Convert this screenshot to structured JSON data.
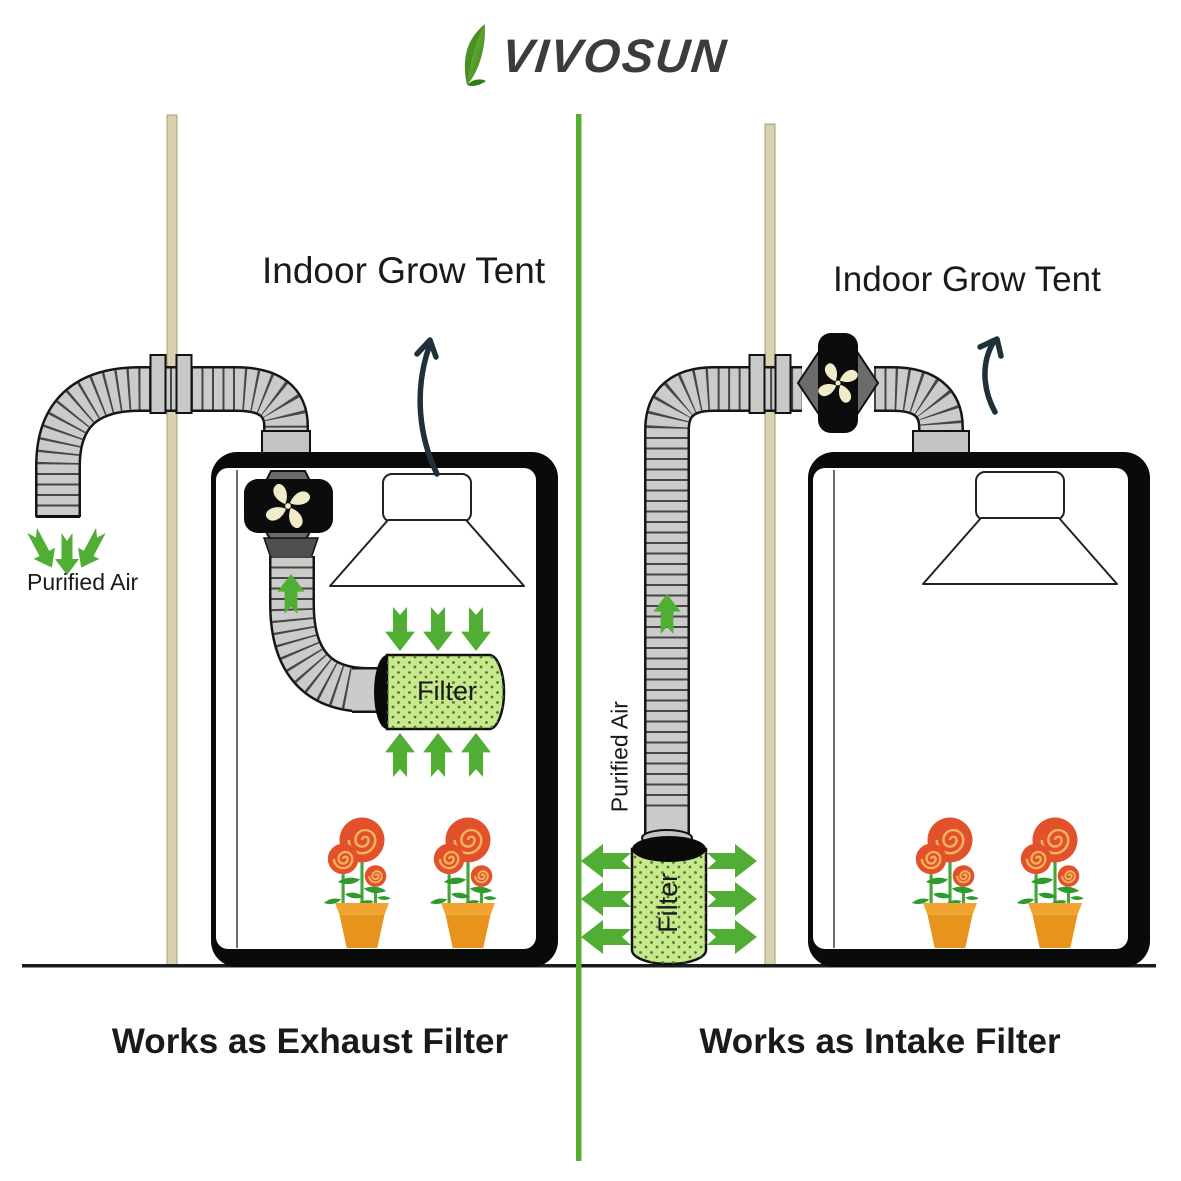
{
  "logo": {
    "brand": "VIVOSUN"
  },
  "left": {
    "tent_label": "Indoor Grow Tent",
    "purified_air_label": "Purified Air",
    "filter_label": "Filter",
    "caption": "Works as Exhaust Filter"
  },
  "right": {
    "tent_label": "Indoor Grow Tent",
    "purified_air_label": "Purified Air",
    "filter_label": "Filter",
    "caption": "Works as Intake Filter"
  },
  "icons": {
    "leaf_icon": "green brand leaf swoosh",
    "fan_icon": "inline duct fan with cream pinwheel propeller",
    "airflow_arrow": "green airflow arrow with notched tail",
    "direction_arrow": "dark hand-drawn curved arrow pointing up"
  },
  "colors": {
    "accent_green": "#4fae33",
    "divider_green": "#56ad2f",
    "filter_body": "#c8e88d",
    "filter_dot": "#4e7a28",
    "duct_gray": "#cbcbca",
    "duct_outline": "#161616",
    "fan_mount_gray": "#6b6b6b",
    "fan_body_black": "#0c0c0c",
    "propeller_cream": "#f1ebc8",
    "pole_beige": "#d9d0af",
    "pot_orange": "#e8941c",
    "pot_rim_orange": "#f2a430",
    "flower_red": "#e2512b",
    "flower_spiral": "#f2b35c",
    "leaf_green": "#2f9a2d",
    "stem_green": "#44a636",
    "text_dark": "#1a1a1a",
    "logo_gray": "#3c3c3c",
    "arrow_ink": "#1e3038"
  }
}
